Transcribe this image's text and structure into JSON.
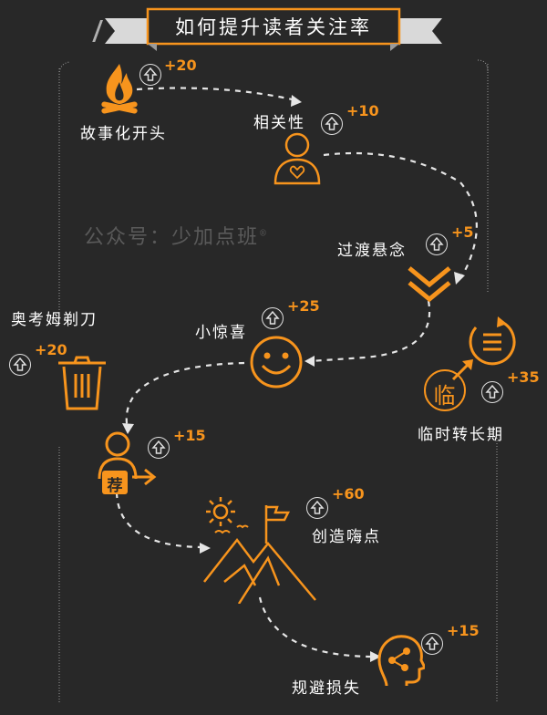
{
  "title": "如何提升读者关注率",
  "watermark": "公众号：少加点班",
  "watermark_mark": "®",
  "colors": {
    "background": "#282828",
    "accent": "#f7941d",
    "text": "#ffffff",
    "line": "#e6e6e6"
  },
  "nodes": [
    {
      "label": "故事化开头",
      "score": "+20",
      "icon": "campfire-icon"
    },
    {
      "label": "相关性",
      "score": "+10",
      "icon": "person-heart-icon"
    },
    {
      "label": "过渡悬念",
      "score": "+5",
      "icon": "double-chevron-down-icon"
    },
    {
      "label": "小惊喜",
      "score": "+25",
      "icon": "smiley-icon"
    },
    {
      "label": "临时转长期",
      "score": "+35",
      "icon": "list-cycle-icon",
      "icon_text": "临"
    },
    {
      "label": "奥考姆剃刀",
      "score": "+20",
      "icon": "trash-bin-icon"
    },
    {
      "label": "",
      "score": "+15",
      "icon": "person-recommend-icon",
      "icon_text": "荐"
    },
    {
      "label": "创造嗨点",
      "score": "+60",
      "icon": "mountain-flag-icon"
    },
    {
      "label": "规避损失",
      "score": "+15",
      "icon": "head-network-icon"
    }
  ]
}
